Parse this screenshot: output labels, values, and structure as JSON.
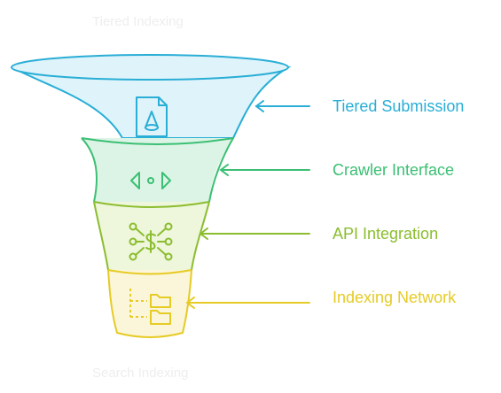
{
  "top_caption": "Tiered Indexing",
  "bottom_caption": "Search Indexing",
  "stages": [
    {
      "label": "Tiered Submission",
      "icon": "document-cone-icon",
      "color": "#29aed6",
      "fill": "#dff3fa"
    },
    {
      "label": "Crawler Interface",
      "icon": "code-brackets-icon",
      "color": "#3bbf73",
      "fill": "#dcf4e6"
    },
    {
      "label": "API Integration",
      "icon": "dollar-network-icon",
      "color": "#8bbd2e",
      "fill": "#eef6dc"
    },
    {
      "label": "Indexing Network",
      "icon": "folder-tree-icon",
      "color": "#e6cb25",
      "fill": "#fbf6d9"
    }
  ]
}
